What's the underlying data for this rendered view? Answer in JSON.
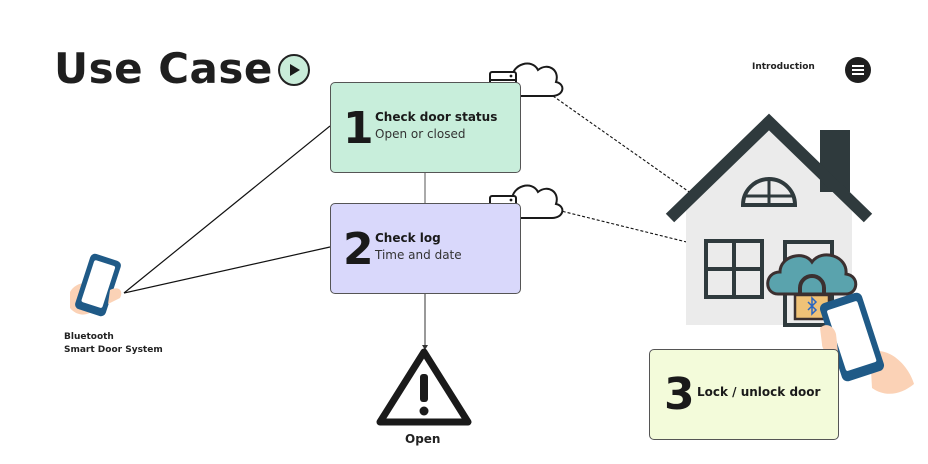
{
  "header": {
    "title": "Use Case",
    "nav_link": "Introduction"
  },
  "steps": [
    {
      "number": "1",
      "title": "Check door status",
      "subtitle": "Open or closed"
    },
    {
      "number": "2",
      "title": "Check log",
      "subtitle": "Time and date"
    },
    {
      "number": "3",
      "title": "Lock / unlock door"
    }
  ],
  "device_label": [
    "Bluetooth",
    "Smart Door System"
  ],
  "alert_label": "Open",
  "colors": {
    "step1_fill": "#c8eedb",
    "step2_fill": "#d9d8fb",
    "step3_fill": "#f3fbda",
    "play_fill": "#c9ecd9",
    "house_dark": "#2f3a3d",
    "phone_blue": "#1f5a87",
    "lock_teal": "#5aa3ad"
  },
  "icons": [
    "play-icon",
    "menu-icon",
    "server-icon",
    "cloud-icon",
    "phone-icon",
    "warning-icon",
    "house-icon",
    "lock-icon",
    "bluetooth-icon"
  ]
}
